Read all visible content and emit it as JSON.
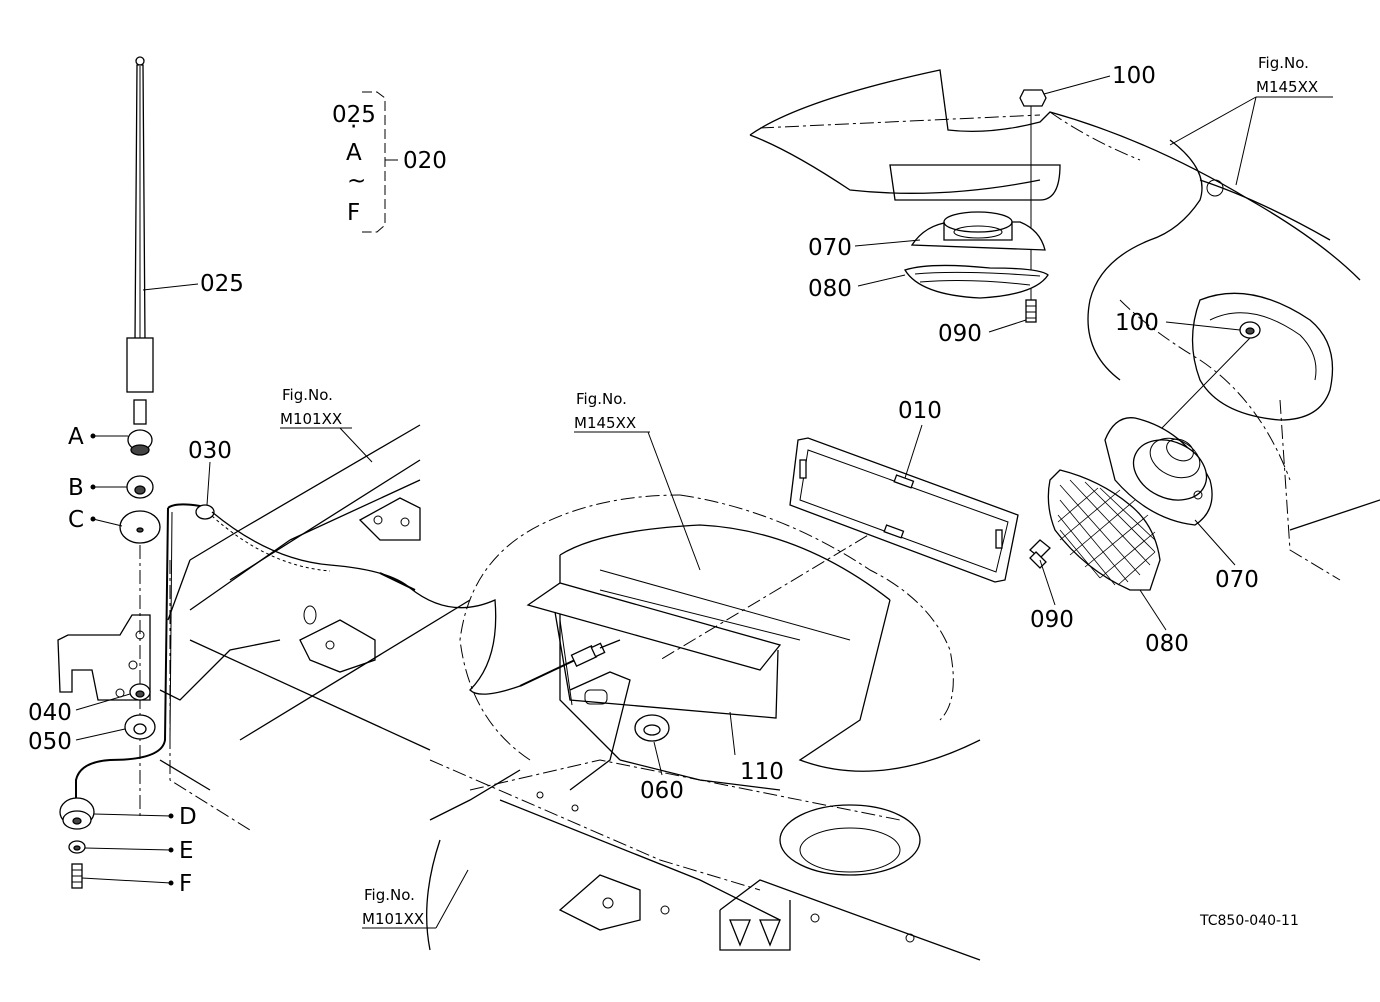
{
  "diagram_code": "TC850-040-11",
  "fig_refs": {
    "top_right": {
      "line1": "Fig.No.",
      "line2": "M145XX"
    },
    "center": {
      "line1": "Fig.No.",
      "line2": "M145XX"
    },
    "mid_left": {
      "line1": "Fig.No.",
      "line2": "M101XX"
    },
    "bottom": {
      "line1": "Fig.No.",
      "line2": "M101XX"
    }
  },
  "bracket": {
    "top": "025",
    "dot": "·",
    "a": "A",
    "tilde": "~",
    "f": "F",
    "assembly": "020"
  },
  "part_labels": {
    "p010": "010",
    "p025": "025",
    "p030": "030",
    "p040": "040",
    "p050": "050",
    "p060": "060",
    "p070_top": "070",
    "p070_right": "070",
    "p080_top": "080",
    "p080_right": "080",
    "p090_top": "090",
    "p090_right": "090",
    "p100_top": "100",
    "p100_mid": "100",
    "p110": "110"
  },
  "letter_labels": {
    "a": "A",
    "b": "B",
    "c": "C",
    "d": "D",
    "e": "E",
    "f": "F"
  }
}
